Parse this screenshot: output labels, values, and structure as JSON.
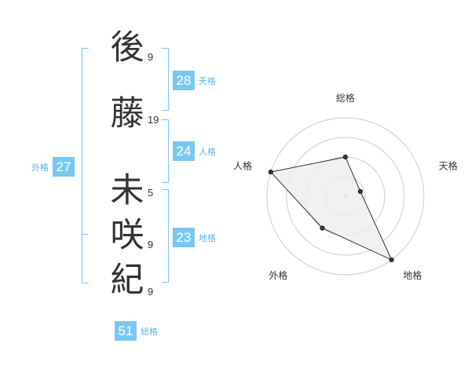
{
  "name": {
    "chars": [
      {
        "char": "後",
        "strokes": "9"
      },
      {
        "char": "藤",
        "strokes": "19"
      },
      {
        "char": "未",
        "strokes": "5"
      },
      {
        "char": "咲",
        "strokes": "9"
      },
      {
        "char": "紀",
        "strokes": "9"
      }
    ]
  },
  "fortune": {
    "tenkaku": {
      "value": "28",
      "label": "天格"
    },
    "jinkaku": {
      "value": "24",
      "label": "人格"
    },
    "chikaku": {
      "value": "23",
      "label": "地格"
    },
    "gaikaku": {
      "value": "27",
      "label": "外格"
    },
    "soukaku": {
      "value": "51",
      "label": "総格"
    }
  },
  "chart_data": {
    "type": "radar",
    "axes": [
      "総格",
      "天格",
      "地格",
      "外格",
      "人格"
    ],
    "rings": 4,
    "values": [
      0.5,
      0.2,
      1.0,
      0.5,
      1.0
    ],
    "colors": {
      "fill": "#eeeeee",
      "stroke": "#333333",
      "grid": "#cccccc",
      "point": "#333333"
    }
  }
}
